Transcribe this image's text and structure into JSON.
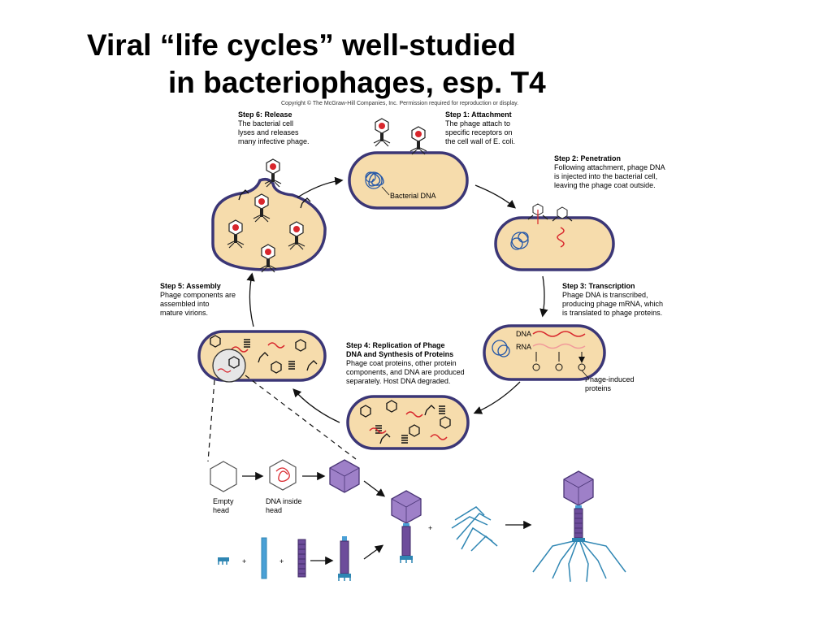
{
  "title": {
    "line1": "Viral “life cycles” well-studied",
    "line2": "in bacteriophages, esp. T4"
  },
  "copyright": "Copyright © The McGraw-Hill Companies, Inc. Permission required for reproduction or display.",
  "steps": {
    "step1": {
      "heading": "Step 1: Attachment",
      "text": "The phage attach to\nspecific receptors on\nthe cell wall of E. coli."
    },
    "step2": {
      "heading": "Step 2: Penetration",
      "text": "Following attachment, phage DNA\nis injected into the bacterial cell,\nleaving the phage coat outside."
    },
    "step3": {
      "heading": "Step 3: Transcription",
      "text": "Phage DNA is transcribed,\nproducing phage mRNA, which\nis translated to phage proteins."
    },
    "step4": {
      "heading": "Step 4: Replication of Phage\nDNA and Synthesis of Proteins",
      "text": "Phage coat proteins, other protein\ncomponents, and DNA are produced\nseparately. Host DNA degraded."
    },
    "step5": {
      "heading": "Step 5: Assembly",
      "text": "Phage components are\nassembled into\nmature virions."
    },
    "step6": {
      "heading": "Step 6: Release",
      "text": "The bacterial cell\nlyses and releases\nmany infective phage."
    }
  },
  "labels": {
    "bacterial_dna": "Bacterial DNA",
    "dna": "DNA",
    "rna": "RNA",
    "phage_induced_proteins": "Phage-induced\nproteins",
    "empty_head": "Empty\nhead",
    "dna_inside_head": "DNA inside\nhead",
    "plus": "+"
  },
  "colors": {
    "cell_fill": "#f6dcac",
    "cell_stroke": "#3b3676",
    "dna_blue": "#2457a8",
    "rna_red": "#d8262c",
    "head_purple": "#9e80c8",
    "tail_fiber_blue": "#2f86b3"
  }
}
